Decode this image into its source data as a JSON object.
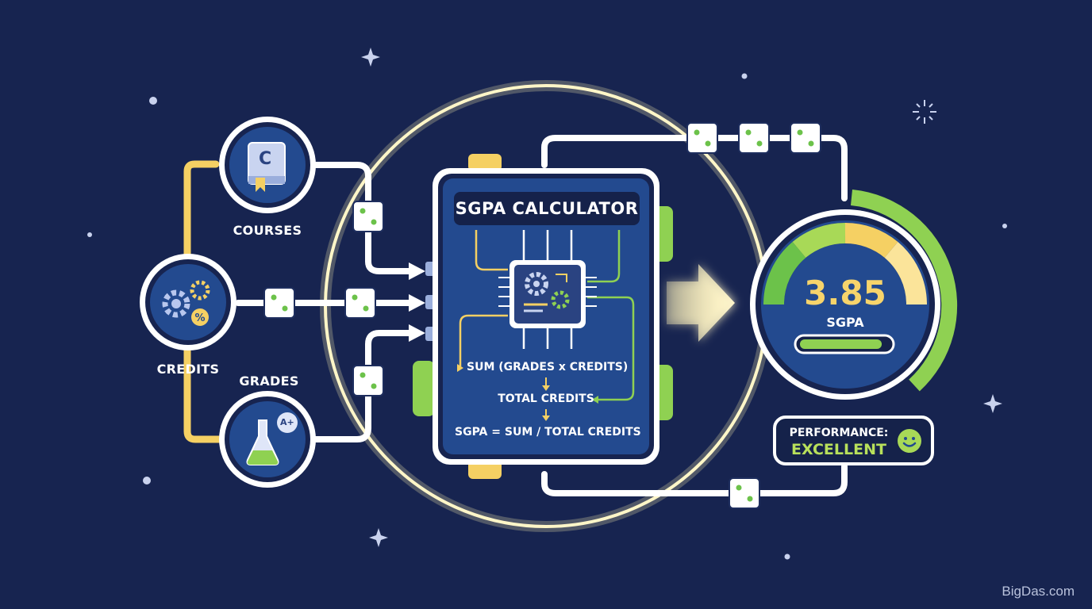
{
  "inputs": {
    "courses_label": "COURSES",
    "credits_label": "CREDITS",
    "grades_label": "GRADES",
    "course_icon_letter": "C",
    "grade_icon_text": "A+"
  },
  "calculator": {
    "title": "SGPA CALCULATOR",
    "step1": "SUM (GRADES x CREDITS)",
    "step2": "TOTAL CREDITS",
    "step3": "SGPA = SUM / TOTAL CREDITS"
  },
  "result": {
    "value": "3.85",
    "unit": "SGPA",
    "progress_fraction": 0.92,
    "performance_label": "PERFORMANCE:",
    "performance_value": "EXCELLENT"
  },
  "colors": {
    "background": "#172450",
    "panel": "#234a8f",
    "line": "#ffffff",
    "accent_yellow": "#f5d063",
    "accent_green": "#8fd152",
    "glow": "#fff3b0"
  },
  "icons": [
    "book-icon",
    "gears-percent-icon",
    "flask-icon",
    "cpu-gear-icon",
    "smile-icon",
    "arrow-right-icon"
  ],
  "watermark": "BigDas.com"
}
